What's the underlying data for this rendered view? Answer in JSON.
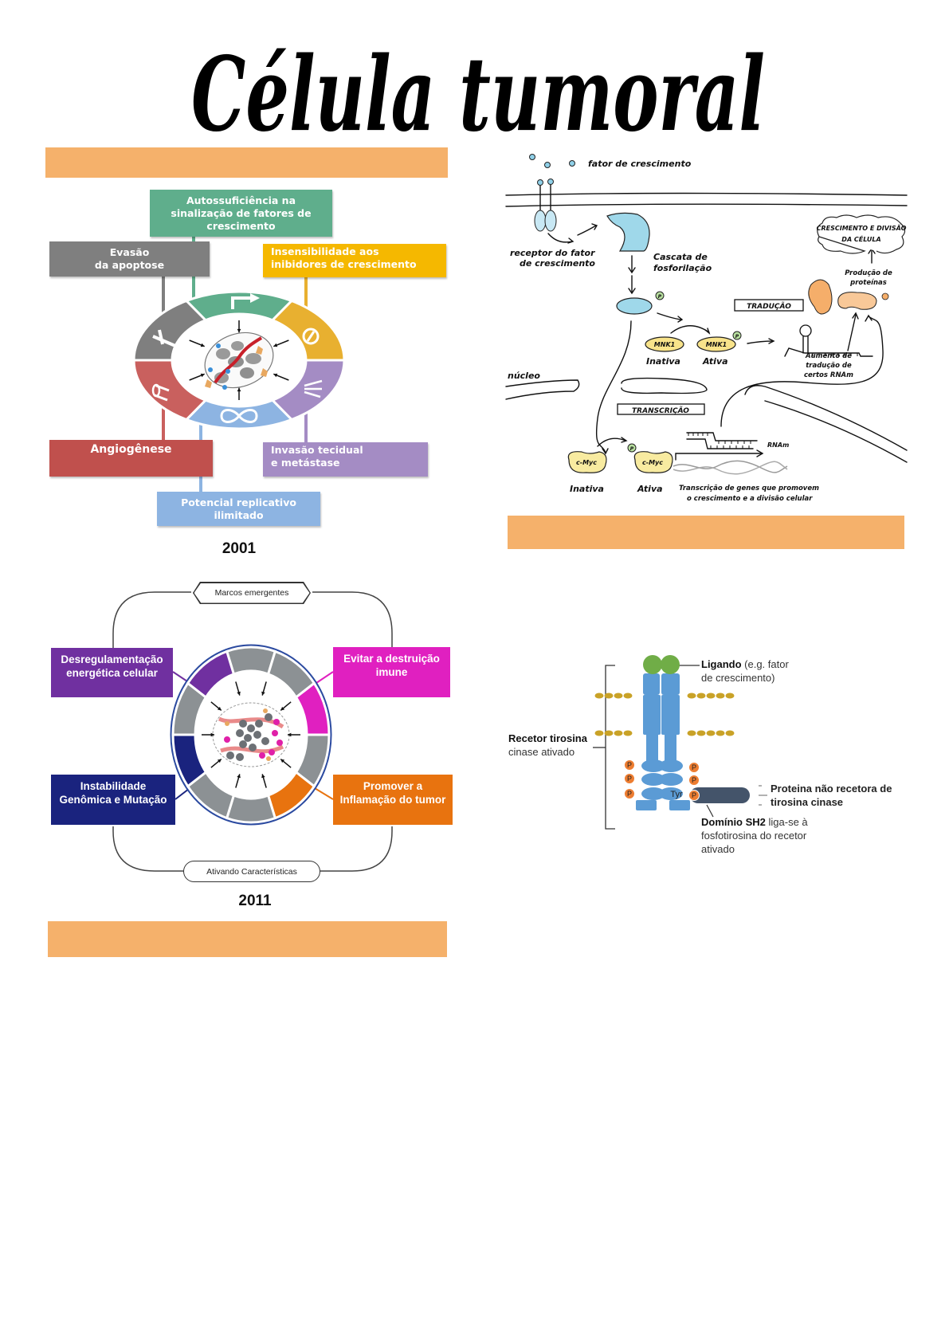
{
  "page": {
    "title": "Célula tumoral"
  },
  "hallmarks_2001": {
    "year": "2001",
    "boxes": {
      "top": "Autossuficiência na sinalização de fatores de crescimento",
      "top_left": [
        "Evasão",
        "da apoptose"
      ],
      "top_right": [
        "Insensibilidade aos",
        "inibidores de crescimento"
      ],
      "bottom_left": "Angiogênese",
      "bottom_right": [
        "Invasão tecidual",
        "e metástase"
      ],
      "bottom": [
        "Potencial replicativo",
        "ilimitado"
      ]
    },
    "colors": {
      "green": "#5fae8c",
      "gray": "#7f7f7f",
      "yellow": "#f5b800",
      "red": "#c0504d",
      "purple": "#a48cc4",
      "blue": "#8db4e2"
    },
    "ring_icons": [
      "arrow-icon",
      "no-entry-icon",
      "scratch-icon",
      "infinity-icon",
      "vessel-icon",
      "cross-icon"
    ]
  },
  "hallmarks_2011": {
    "year": "2011",
    "top_label": "Marcos emergentes",
    "bottom_label": "Ativando Características",
    "boxes": {
      "top_left": [
        "Desregulamentação",
        "energética celular"
      ],
      "top_right": [
        "Evitar a destruição",
        "imune"
      ],
      "bottom_left": [
        "Instabilidade",
        "Genômica e Mutação"
      ],
      "bottom_right": [
        "Promover a",
        "Inflamação do tumor"
      ]
    },
    "colors": {
      "purple": "#7030a0",
      "magenta": "#e020c0",
      "navy": "#1a237e",
      "orange": "#e8730f",
      "ring_gray": "#8c9194",
      "ring_border": "#2b4aa0"
    }
  },
  "pathway": {
    "growth_factor": "fator de crescimento",
    "receptor": [
      "receptor do fator",
      "de crescimento"
    ],
    "cascade": [
      "Cascata de",
      "fosforilação"
    ],
    "phospho_mark": "P",
    "mnk1_label": "MNK1",
    "mnk1_inactive": "Inativa",
    "mnk1_active": "Ativa",
    "translation_box": "TRADUÇÃO",
    "cloud": [
      "CRESCIMENTO E DIVISÃO",
      "DA CÉLULA"
    ],
    "protein_production": [
      "Produção de",
      "proteínas"
    ],
    "translation_increase": [
      "Aumento de",
      "tradução de",
      "certos RNAm"
    ],
    "nucleus": "núcleo",
    "transcription_box": "TRANSCRIÇÃO",
    "cmyc_label": "c-Myc",
    "cmyc_inactive": "Inativa",
    "cmyc_active": "Ativa",
    "mrna": "RNAm",
    "transcription_text": [
      "Transcrição de genes que promovem",
      "o crescimento e a divisão celular"
    ]
  },
  "rtk": {
    "ligand_bold": "Ligando",
    "ligand_rest": " (e.g. fator",
    "ligand_line2": "de crescimento)",
    "receptor_bold_1": "Recetor tirosina",
    "receptor_line2": "cinase ativado",
    "protein": [
      "Proteina não recetora de",
      "tirosina cinase"
    ],
    "sh2_bold": "Domínio  SH2",
    "sh2_rest": " liga-se à",
    "sh2_line2": "fosfotirosina do recetor",
    "sh2_line3": "ativado",
    "tyr": "Tyr",
    "p": "P"
  },
  "bands": {
    "color": "#f5b16b"
  }
}
